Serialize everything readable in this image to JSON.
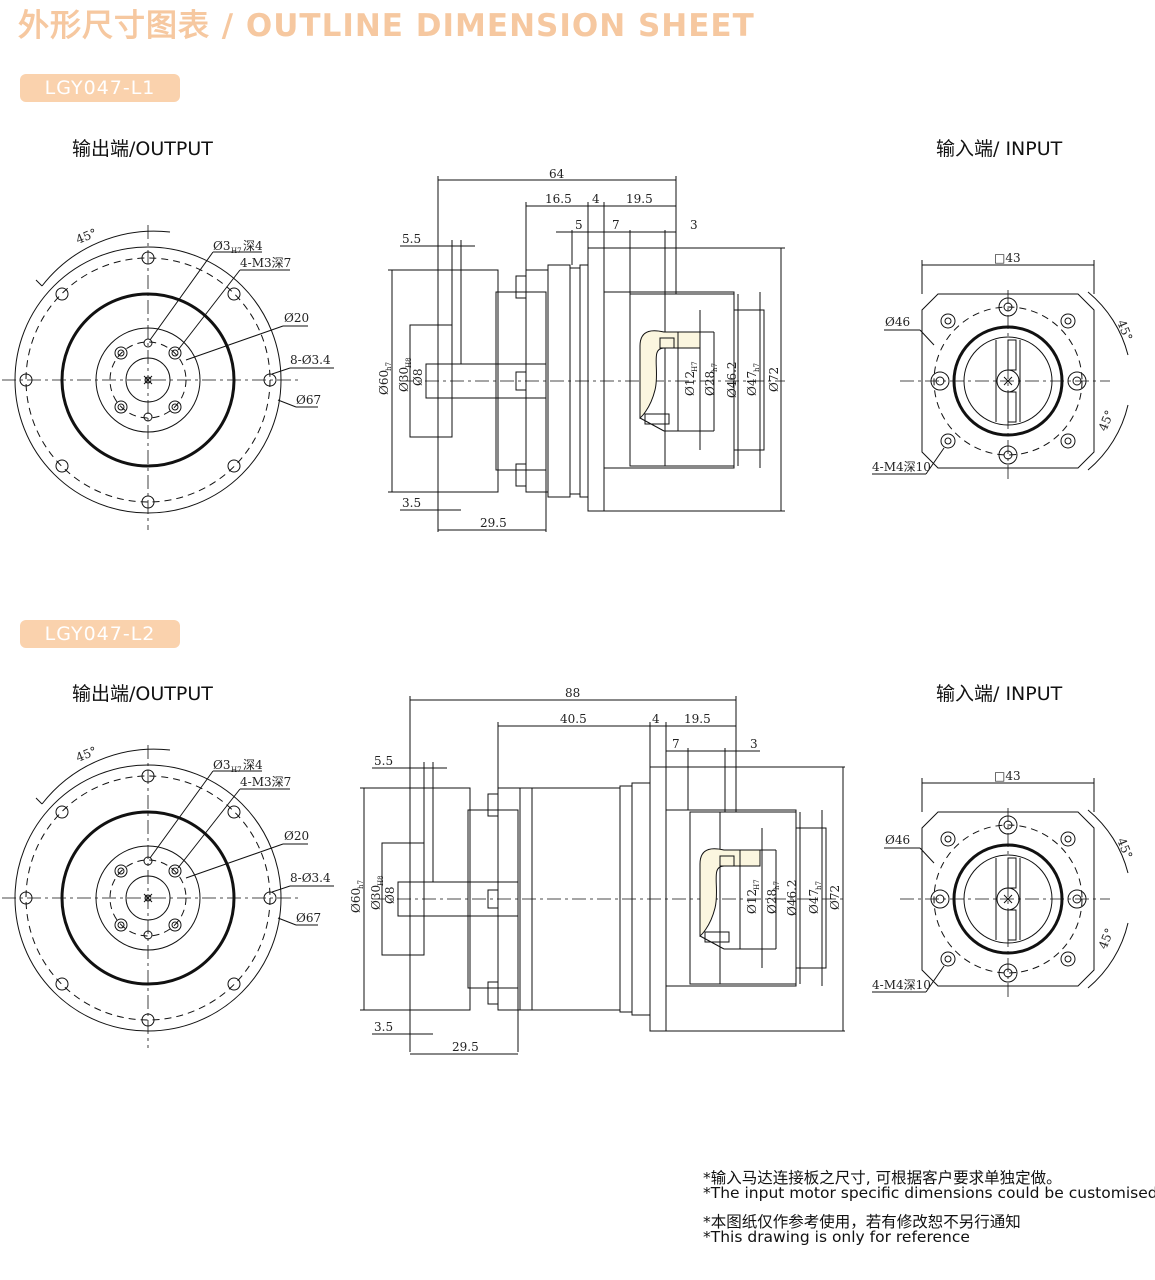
{
  "page_title": "外形尺寸图表 / OUTLINE DIMENSION SHEET",
  "colors": {
    "accent": "#f6c8a0",
    "badge_bg": "#fad2ad",
    "line": "#111111"
  },
  "models": [
    {
      "name": "LGY047-L1",
      "output_label": "输出端/OUTPUT",
      "input_label": "输入端/ INPUT",
      "output_dims": {
        "angle": "45°",
        "hole": "Ø3",
        "hole_fit": "H7",
        "hole_depth": "深4",
        "thread": "4-M3深7",
        "d20": "Ø20",
        "holes8": "8-Ø3.4",
        "d67": "Ø67"
      },
      "side_dims": {
        "length": "64",
        "body": "16.5",
        "flange": "4",
        "input_len": "19.5",
        "d5": "5",
        "d7": "7",
        "d3": "3",
        "d55": "5.5",
        "d35": "3.5",
        "d295": "29.5",
        "d60": "Ø60",
        "d60_fit": "h7",
        "d30": "Ø30",
        "d30_fit": "H8",
        "d8": "Ø8",
        "d12": "Ø12",
        "d12_fit": "H7",
        "d28": "Ø28",
        "d28_fit": "h7",
        "d462": "Ø46.2",
        "d47": "Ø47",
        "d47_fit": "h7",
        "d72": "Ø72"
      },
      "input_dims": {
        "square": "□43",
        "d46": "Ø46",
        "angle_a": "45°",
        "angle_b": "45°",
        "thread": "4-M4深10"
      }
    },
    {
      "name": "LGY047-L2",
      "output_label": "输出端/OUTPUT",
      "input_label": "输入端/ INPUT",
      "output_dims": {
        "angle": "45°",
        "hole": "Ø3",
        "hole_fit": "H7",
        "hole_depth": "深4",
        "thread": "4-M3深7",
        "d20": "Ø20",
        "holes8": "8-Ø3.4",
        "d67": "Ø67"
      },
      "side_dims": {
        "length": "88",
        "body": "40.5",
        "flange": "4",
        "input_len": "19.5",
        "d7": "7",
        "d3": "3",
        "d55": "5.5",
        "d35": "3.5",
        "d295": "29.5",
        "d60": "Ø60",
        "d60_fit": "h7",
        "d30": "Ø30",
        "d30_fit": "H8",
        "d8": "Ø8",
        "d12": "Ø12",
        "d12_fit": "H7",
        "d28": "Ø28",
        "d28_fit": "h7",
        "d462": "Ø46.2",
        "d47": "Ø47",
        "d47_fit": "h7",
        "d72": "Ø72"
      },
      "input_dims": {
        "square": "□43",
        "d46": "Ø46",
        "angle_a": "45°",
        "angle_b": "45°",
        "thread": "4-M4深10"
      }
    }
  ],
  "notes": [
    "*输入马达连接板之尺寸, 可根据客户要求单独定做。",
    "*The input motor specific dimensions could be customised.",
    "*本图纸仅作参考使用，若有修改恕不另行通知",
    "*This drawing is only for reference"
  ]
}
